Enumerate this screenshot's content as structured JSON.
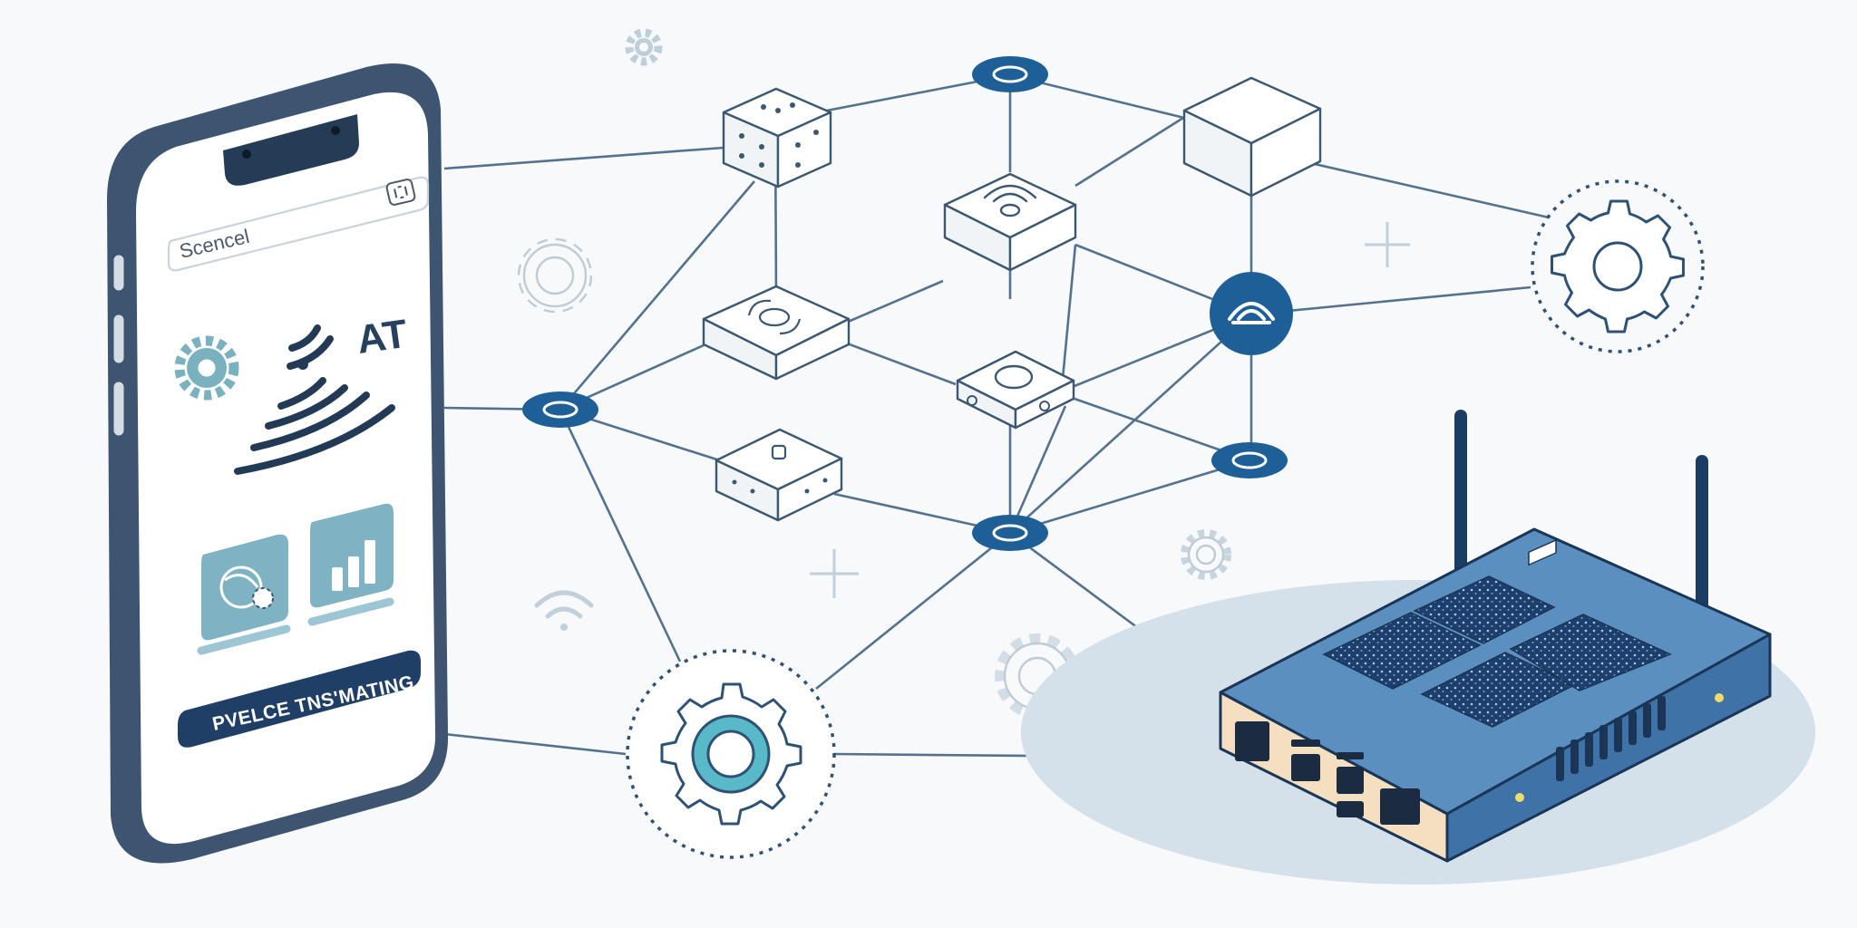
{
  "phone": {
    "search_text": "Scencel",
    "brand_text": "AT",
    "banner_text": "PVELCE TNS'MATING"
  },
  "icons": {
    "phone": "smartphone-icon",
    "scan": "scan-icon",
    "signal": "wireless-signal-icon",
    "settings": "gear-icon",
    "router": "router-icon",
    "wifi": "wifi-icon",
    "plus": "plus-icon"
  },
  "colors": {
    "phone_frame": "#3d5570",
    "node_blue": "#1f5f97",
    "router_blue": "#5a8fc0",
    "teal": "#6ea8b8",
    "line": "#54728d",
    "halo": "#d2dee8"
  }
}
